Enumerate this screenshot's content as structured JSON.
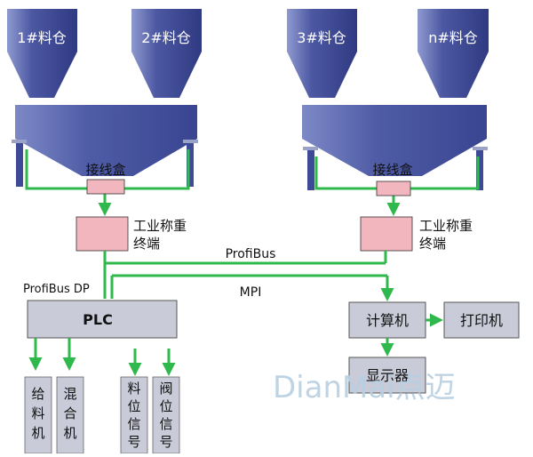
{
  "silos": [
    "1#料仓",
    "2#料仓",
    "3#料仓",
    "n#料仓"
  ],
  "junction_box": "接线盒",
  "weighing_terminal": [
    "工业称重",
    "终端"
  ],
  "bus": {
    "profibus": "ProfiBus",
    "mpi": "MPI",
    "profibus_dp": "ProfiBus DP"
  },
  "plc": "PLC",
  "computer": "计算机",
  "printer": "打印机",
  "display": "显示器",
  "outputs": [
    [
      "给",
      "料",
      "机"
    ],
    [
      "混",
      "合",
      "机"
    ],
    [
      "料",
      "位",
      "信",
      "号"
    ],
    [
      "阀",
      "位",
      "信",
      "号"
    ]
  ],
  "watermark": "DianMai点迈",
  "colors": {
    "silo": "#4a56a0",
    "hopper": "#5866ab",
    "pink_box": "#f2b6bf",
    "grey_box": "#c9ccd8",
    "green_line": "#2fb84b",
    "watermark": "#b8d0e2"
  }
}
